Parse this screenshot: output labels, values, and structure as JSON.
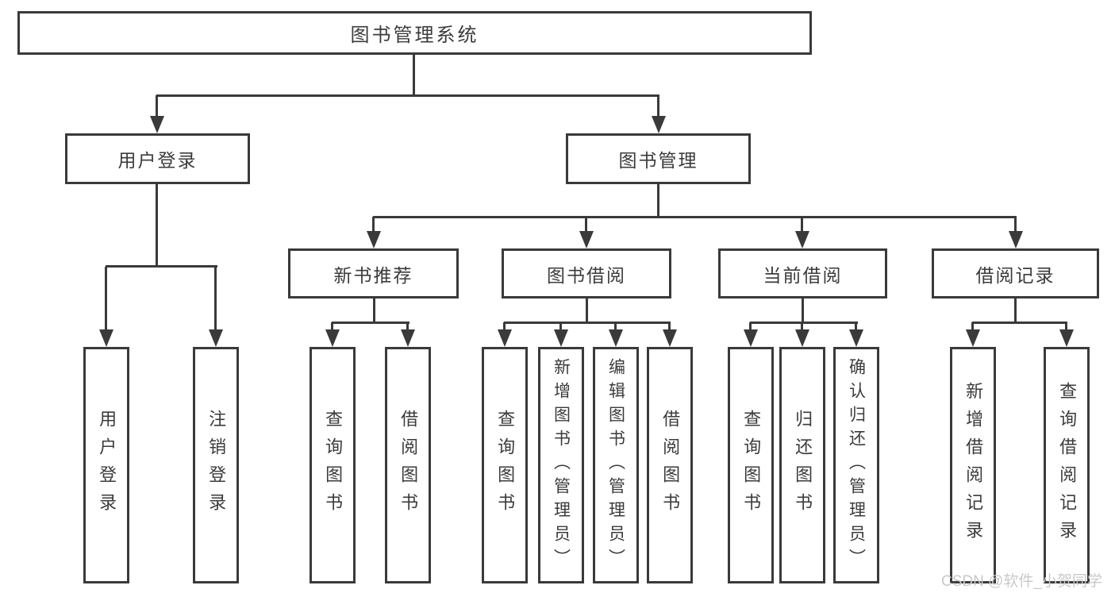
{
  "diagram_title": "图书管理系统",
  "nodes": {
    "root": {
      "label": "图书管理系统"
    },
    "level2": [
      {
        "label": "用户登录"
      },
      {
        "label": "图书管理"
      }
    ],
    "level3": [
      {
        "label": "新书推荐",
        "parent": "图书管理"
      },
      {
        "label": "图书借阅",
        "parent": "图书管理"
      },
      {
        "label": "当前借阅",
        "parent": "图书管理"
      },
      {
        "label": "借阅记录",
        "parent": "图书管理"
      }
    ],
    "leaves": [
      {
        "label": "用户登录",
        "parent": "用户登录"
      },
      {
        "label": "注销登录",
        "parent": "用户登录"
      },
      {
        "label": "查询图书",
        "parent": "新书推荐"
      },
      {
        "label": "借阅图书",
        "parent": "新书推荐"
      },
      {
        "label": "查询图书",
        "parent": "图书借阅"
      },
      {
        "label": "新增图书（管理员）",
        "parent": "图书借阅"
      },
      {
        "label": "编辑图书（管理员）",
        "parent": "图书借阅"
      },
      {
        "label": "借阅图书",
        "parent": "图书借阅"
      },
      {
        "label": "查询图书",
        "parent": "当前借阅"
      },
      {
        "label": "归还图书",
        "parent": "当前借阅"
      },
      {
        "label": "确认归还（管理员）",
        "parent": "当前借阅"
      },
      {
        "label": "新增借阅记录",
        "parent": "借阅记录"
      },
      {
        "label": "查询借阅记录",
        "parent": "借阅记录"
      }
    ]
  },
  "watermark": {
    "text": "CSDN @软件_小贺同学"
  },
  "colors": {
    "line": "#3a3a3a",
    "text": "#3b3b3b",
    "background": "#ffffff",
    "watermark_text": "#c9c9c9"
  }
}
